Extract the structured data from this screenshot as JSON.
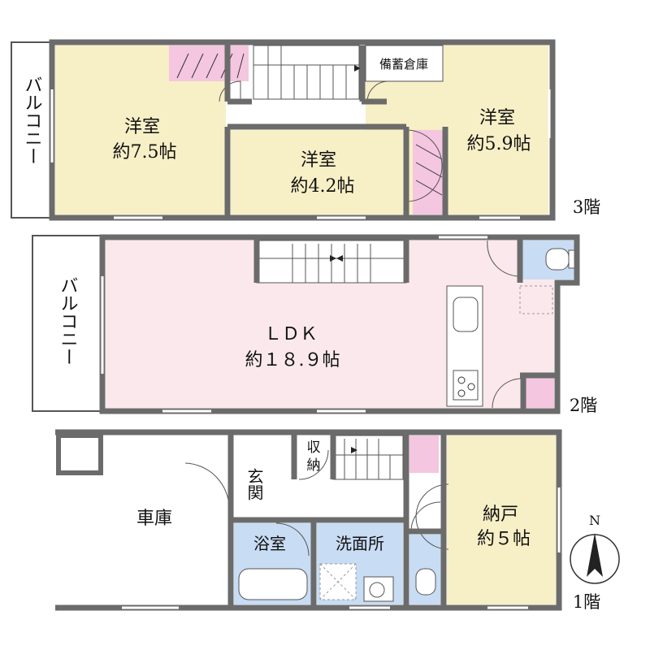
{
  "floors": {
    "f3": {
      "label": "3階",
      "balcony": "バルコニー",
      "room_a": {
        "name": "洋室",
        "size": "約7.5帖"
      },
      "room_b": {
        "name": "洋室",
        "size": "約4.2帖"
      },
      "room_c": {
        "name": "洋室",
        "size": "約5.9帖"
      },
      "storage": "備蓄倉庫"
    },
    "f2": {
      "label": "2階",
      "balcony": "バルコニー",
      "ldk": {
        "name": "ＬＤＫ",
        "size": "約１８.９帖"
      }
    },
    "f1": {
      "label": "1階",
      "garage": "車庫",
      "entrance": "玄関",
      "closet_top": "収",
      "closet_bottom": "納",
      "bath": "浴室",
      "washroom": "洗面所",
      "storeroom": {
        "name": "納戸",
        "size": "約５帖"
      }
    }
  },
  "compass": {
    "label": "N"
  },
  "colors": {
    "wall": "#6b6b6b",
    "western_room": "#f7efc6",
    "ldk": "#fbe8ec",
    "closet": "#f4c6df",
    "wet_area": "#c8dcf3",
    "storeroom": "#f7efc6"
  }
}
